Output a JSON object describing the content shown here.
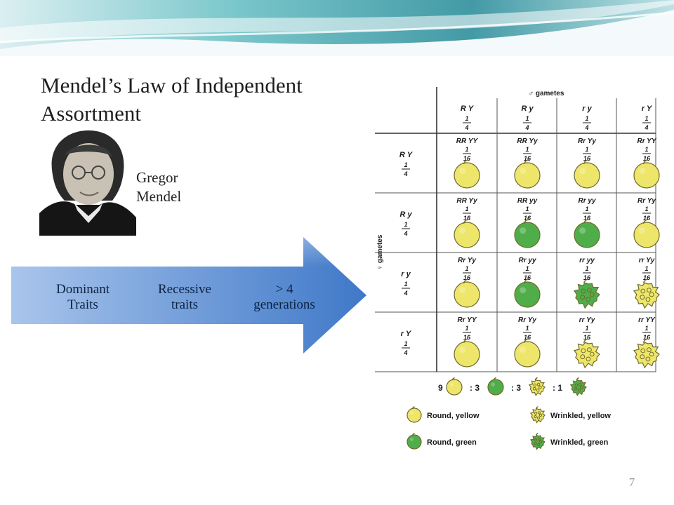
{
  "slide": {
    "title": "Mendel’s Law of Independent Assortment",
    "caption_line1": "Gregor",
    "caption_line2": "Mendel",
    "page_number": "7"
  },
  "arrow_steps": [
    {
      "line1": "Dominant",
      "line2": "Traits"
    },
    {
      "line1": "Recessive",
      "line2": "traits"
    },
    {
      "line1": "> 4",
      "line2": "generations"
    }
  ],
  "punnett": {
    "male_label": "♂ gametes",
    "female_label": "♀ gametes",
    "columns": [
      {
        "gamete": "R Y",
        "fraction": "1/4"
      },
      {
        "gamete": "R y",
        "fraction": "1/4"
      },
      {
        "gamete": "r y",
        "fraction": "1/4"
      },
      {
        "gamete": "r Y",
        "fraction": "1/4"
      }
    ],
    "rows": [
      {
        "gamete": "R Y",
        "fraction": "1/4"
      },
      {
        "gamete": "R y",
        "fraction": "1/4"
      },
      {
        "gamete": "r y",
        "fraction": "1/4"
      },
      {
        "gamete": "r Y",
        "fraction": "1/4"
      }
    ],
    "cells": [
      [
        {
          "genotype": "RR YY",
          "fraction": "1/16",
          "pea": "round-yellow"
        },
        {
          "genotype": "RR Yy",
          "fraction": "1/16",
          "pea": "round-yellow"
        },
        {
          "genotype": "Rr Yy",
          "fraction": "1/16",
          "pea": "round-yellow"
        },
        {
          "genotype": "Rr YY",
          "fraction": "1/16",
          "pea": "round-yellow"
        }
      ],
      [
        {
          "genotype": "RR Yy",
          "fraction": "1/16",
          "pea": "round-yellow"
        },
        {
          "genotype": "RR yy",
          "fraction": "1/16",
          "pea": "round-green"
        },
        {
          "genotype": "Rr yy",
          "fraction": "1/16",
          "pea": "round-green"
        },
        {
          "genotype": "Rr Yy",
          "fraction": "1/16",
          "pea": "round-yellow"
        }
      ],
      [
        {
          "genotype": "Rr Yy",
          "fraction": "1/16",
          "pea": "round-yellow"
        },
        {
          "genotype": "Rr yy",
          "fraction": "1/16",
          "pea": "round-green"
        },
        {
          "genotype": "rr yy",
          "fraction": "1/16",
          "pea": "wrinkled-green"
        },
        {
          "genotype": "rr Yy",
          "fraction": "1/16",
          "pea": "wrinkled-yellow"
        }
      ],
      [
        {
          "genotype": "Rr YY",
          "fraction": "1/16",
          "pea": "round-yellow"
        },
        {
          "genotype": "Rr Yy",
          "fraction": "1/16",
          "pea": "round-yellow"
        },
        {
          "genotype": "rr Yy",
          "fraction": "1/16",
          "pea": "wrinkled-yellow"
        },
        {
          "genotype": "rr YY",
          "fraction": "1/16",
          "pea": "wrinkled-yellow"
        }
      ]
    ],
    "ratio": [
      {
        "num": "9",
        "pea": "round-yellow"
      },
      {
        "num": ": 3",
        "pea": "round-green"
      },
      {
        "num": ": 3",
        "pea": "wrinkled-yellow"
      },
      {
        "num": ": 1",
        "pea": "wrinkled-green"
      }
    ],
    "legend": [
      {
        "label": "Round, yellow",
        "pea": "round-yellow"
      },
      {
        "label": "Wrinkled, yellow",
        "pea": "wrinkled-yellow"
      },
      {
        "label": "Round, green",
        "pea": "round-green"
      },
      {
        "label": "Wrinkled, green",
        "pea": "wrinkled-green"
      }
    ]
  },
  "colors": {
    "pea_yellow": "#eee66a",
    "pea_green": "#4fae4a",
    "pea_outline": "#6f6a2c",
    "arrow_light": "#a9c5ec",
    "arrow_dark": "#3f78c8",
    "banner_teal": "#3aa6b0"
  }
}
